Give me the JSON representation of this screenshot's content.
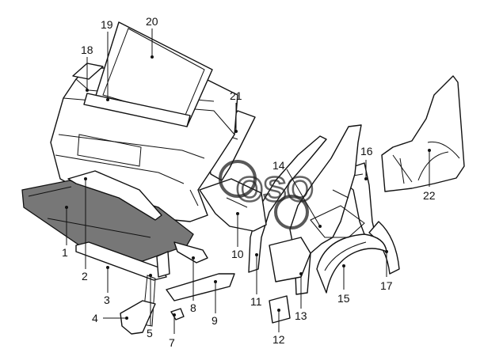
{
  "diagram": {
    "labels": {
      "l1": "1",
      "l2": "2",
      "l3": "3",
      "l4": "4",
      "l5": "5",
      "l7": "7",
      "l8": "8",
      "l9": "9",
      "l10": "10",
      "l11": "11",
      "l12": "12",
      "l13": "13",
      "l14": "14",
      "l15": "15",
      "l16": "16",
      "l17": "17",
      "l18": "18",
      "l19": "19",
      "l20": "20",
      "l21": "21",
      "l22": "22"
    },
    "watermark": {
      "text": "OSO"
    },
    "colors": {
      "line": "#111111",
      "background": "#ffffff",
      "floor_fill": "#777777"
    }
  }
}
